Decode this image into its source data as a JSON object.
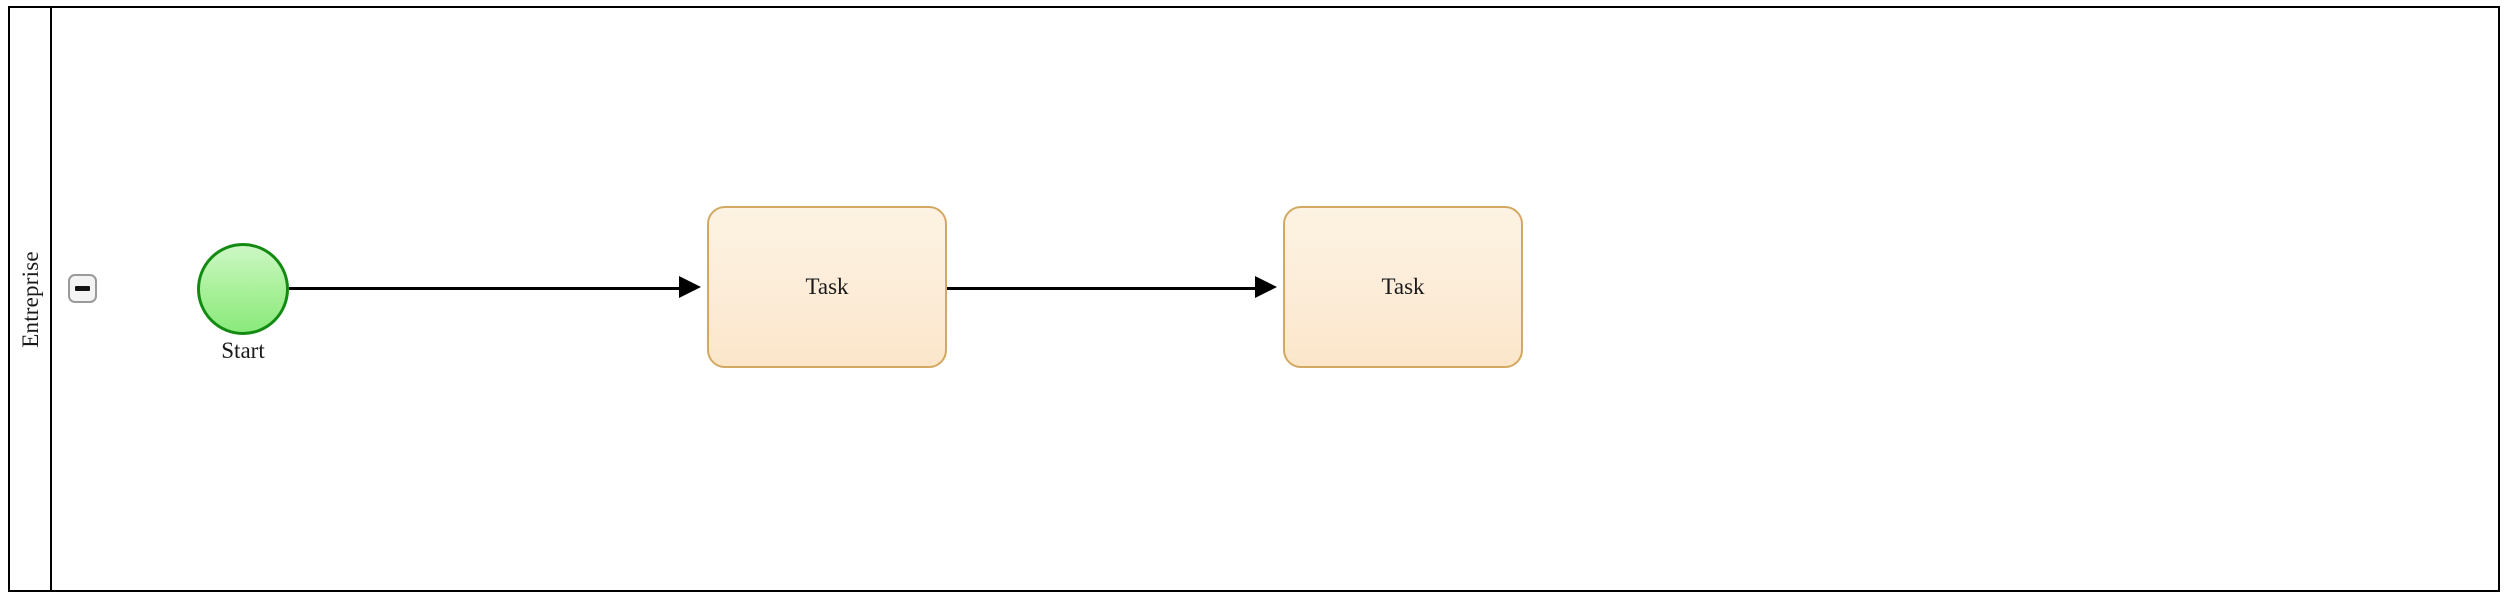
{
  "diagram": {
    "type": "bpmn-pool",
    "pool": {
      "lane_label": "Entreprise",
      "collapse_toggle": {
        "icon": "minus-icon",
        "state": "expanded"
      }
    },
    "nodes": [
      {
        "id": "start-event",
        "kind": "start-event",
        "label": "Start",
        "fill": "#a6f097",
        "stroke": "#138b13"
      },
      {
        "id": "task-1",
        "kind": "task",
        "label": "Task",
        "fill": "#fcecd8",
        "stroke": "#d3a863"
      },
      {
        "id": "task-2",
        "kind": "task",
        "label": "Task",
        "fill": "#fcecd8",
        "stroke": "#d3a863"
      }
    ],
    "flows": [
      {
        "id": "flow-1",
        "from": "start-event",
        "to": "task-1",
        "kind": "sequence-flow"
      },
      {
        "id": "flow-2",
        "from": "task-1",
        "to": "task-2",
        "kind": "sequence-flow"
      }
    ]
  }
}
